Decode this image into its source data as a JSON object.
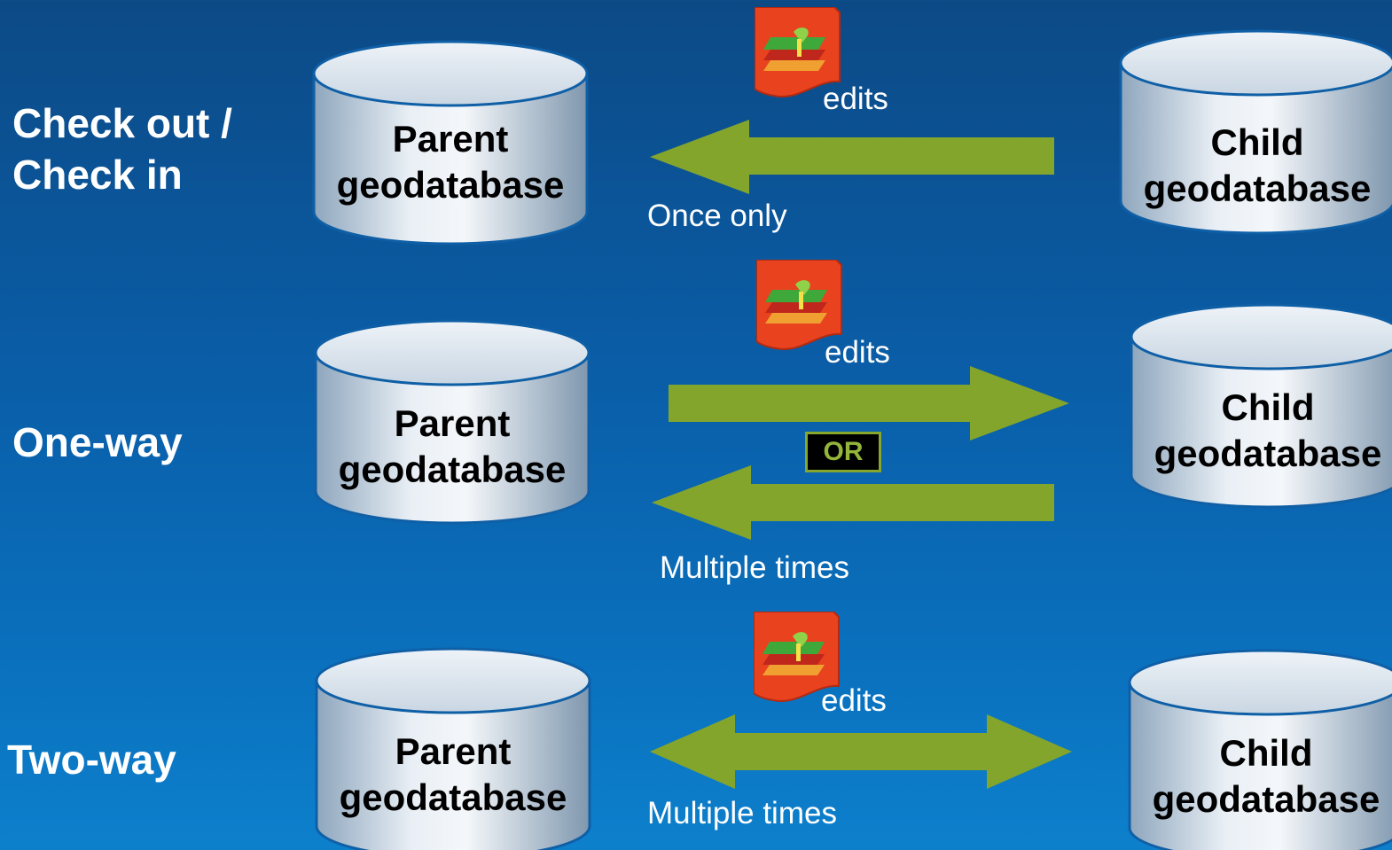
{
  "colors": {
    "arrow": "#84a52c",
    "background_top": "#0c4a86",
    "background_bottom": "#0d80cc",
    "or_badge_text": "#93b53a",
    "edits_icon": "#e8421f"
  },
  "icon": "edits-layer-icon",
  "rows": [
    {
      "label": "Check out /\nCheck in",
      "parent_label": "Parent\ngeodatabase",
      "child_label": "Child\ngeodatabase",
      "edits_label": "edits",
      "frequency": "Once only",
      "direction": "child-to-parent"
    },
    {
      "label": "One-way",
      "parent_label": "Parent\ngeodatabase",
      "child_label": "Child\ngeodatabase",
      "edits_label": "edits",
      "or_label": "OR",
      "frequency": "Multiple times",
      "direction": "parent-to-child or child-to-parent"
    },
    {
      "label": "Two-way",
      "parent_label": "Parent\ngeodatabase",
      "child_label": "Child\ngeodatabase",
      "edits_label": "edits",
      "frequency": "Multiple times",
      "direction": "bidirectional"
    }
  ]
}
